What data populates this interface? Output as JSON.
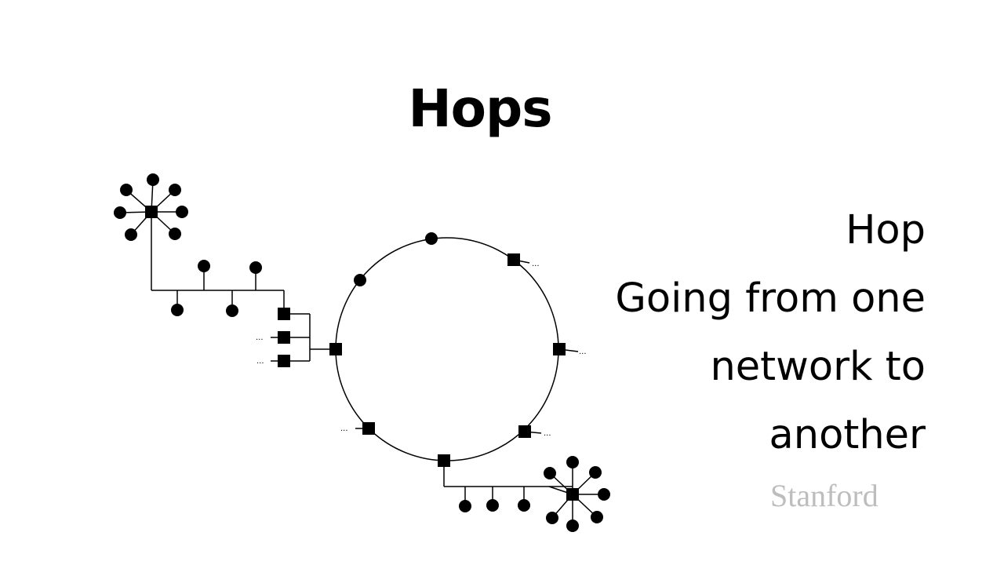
{
  "slide": {
    "title": "Hops",
    "definition_lines": [
      "Hop",
      "Going from one",
      "network to",
      "another"
    ],
    "watermark": "Stanford"
  },
  "colors": {
    "ink": "#000000",
    "watermark": "#bdbdbd",
    "background": "#ffffff"
  },
  "diagram": {
    "ellipsis_label": "..."
  }
}
